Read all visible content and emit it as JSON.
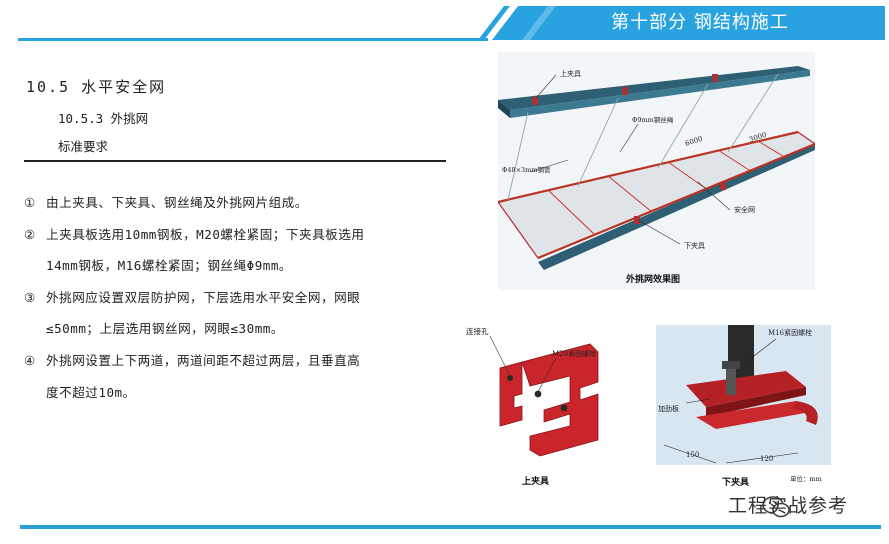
{
  "header": {
    "title": "第十部分  钢结构施工",
    "colors": {
      "accent": "#29a3e0",
      "banner_dark": "#1178b8"
    }
  },
  "section": {
    "heading": "10.5 水平安全网",
    "subheading": "10.5.3 外挑网",
    "label": "标准要求"
  },
  "items": [
    {
      "num": "①",
      "lines": [
        "由上夹具、下夹具、钢丝绳及外挑网片组成。"
      ]
    },
    {
      "num": "②",
      "lines": [
        "上夹具板选用10mm钢板，M20螺栓紧固；下夹具板选用",
        "14mm钢板，M16螺栓紧固；钢丝绳Φ9mm。"
      ]
    },
    {
      "num": "③",
      "lines": [
        "外挑网应设置双层防护网，下层选用水平安全网，网眼",
        "≤50mm；上层选用钢丝网，网眼≤30mm。"
      ]
    },
    {
      "num": "④",
      "lines": [
        "外挑网设置上下两道，两道间距不超过两层，且垂直高",
        "度不超过10m。"
      ]
    }
  ],
  "figure_main": {
    "caption": "外挑网效果图",
    "labels": {
      "upper_clamp": "上夹具",
      "rope": "Φ9mm钢丝绳",
      "pipe": "Φ48×3mm钢管",
      "dim1": "6000",
      "dim2": "3000",
      "safety_net": "安全网",
      "lower_clamp": "下夹具"
    }
  },
  "figure_upper": {
    "caption": "上夹具",
    "labels": {
      "hole": "连接孔",
      "bolt": "M20紧固螺栓"
    }
  },
  "figure_lower": {
    "caption": "下夹具",
    "labels": {
      "bolt": "M16紧固螺栓",
      "rib": "加劲板",
      "dim1": "150",
      "dim2": "120",
      "unit": "单位：mm"
    }
  },
  "watermark": {
    "text": "工程实战参考",
    "icon": "wechat-icon"
  }
}
